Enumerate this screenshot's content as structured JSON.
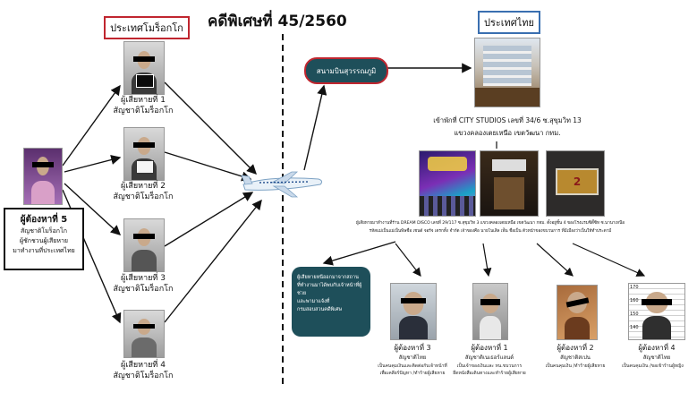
{
  "header": {
    "case_title": "คดีพิเศษที่ 45/2560",
    "origin_country": "ประเทศโมร็อกโก",
    "dest_country": "ประเทศไทย"
  },
  "suspect5": {
    "title": "ผู้ต้องหาที่ 5",
    "lines": [
      "สัญชาติโมร็อกโก",
      "ผู้ชักชวนผู้เสียหาย",
      "มาทำงานที่ประเทศไทย"
    ]
  },
  "victims": [
    {
      "name": "ผู้เสียหายที่ 1",
      "nationality": "สัญชาติโมร็อกโก"
    },
    {
      "name": "ผู้เสียหายที่ 2",
      "nationality": "สัญชาติโมร็อกโก"
    },
    {
      "name": "ผู้เสียหายที่ 3",
      "nationality": "สัญชาติโมร็อกโก"
    },
    {
      "name": "ผู้เสียหายที่ 4",
      "nationality": "สัญชาติโมร็อกโก"
    }
  ],
  "airport": "สนามบินสุวรรณภูมิ",
  "residence": {
    "line1": "เข้าพักที่ CITY STUDIOS เลขที่ 34/6 ซ.สุขุมวิท 13",
    "line2": "แขวงคลองเตยเหนือ เขตวัฒนา กทม."
  },
  "work_description": {
    "line1": "ผู้เสียหายมาทำงานที่ร้าน DREAM DISCO เลขที่ 29/117 ซ.สุขุมวิท 3  แขวงคลองเตยเหนือ เขตวัฒนา กทม. ตั้งอยู่ชั้น 4 ของโรงแรมซิตี้ซิท ซ.นานาเหนือ",
    "line2": "รหัสแม่เป็นแม่เป็นพิษชื่อ เชนด์ จอร์จ เดรกทั้ง จำกัด เจ้าของคือ นายโนเสิล เพ้ัน ชื่อเป็น ตัวหน้าของขบวนการ ที่มีเมืองว่าเป็นให้ทำประดามี"
  },
  "release_note": {
    "lines": [
      "ผู้เสียหายหนีออกมาจากสถาน",
      "ที่ทำงานมาได้พบกับเจ้าหน้าที่ผู้ช่วย",
      "และพามาแจ้งที่",
      "กรมสอบสวนคดีพิเศษ"
    ]
  },
  "suspects": [
    {
      "name": "ผู้ต้องหาที่ 3",
      "nationality": "สัญชาติไทย",
      "role_lines": [
        "เป็นคนคุมเงินและติดต่อกับเจ้าหน้าที่",
        "เพื่อเคลียร์ปัญหา /ทำร้ายผู้เสียหาย"
      ]
    },
    {
      "name": "ผู้ต้องหาที่ 1",
      "nationality": "สัญชาติเนเธอร์แลนด์",
      "role_lines": [
        "เป็นเจ้าของเงินและ หน.ขบวนการ",
        "ยึดหนังสือเดินทางและทำร้ายผู้เสียหาย"
      ]
    },
    {
      "name": "ผู้ต้องหาที่ 2",
      "nationality": "สัญชาติสเปน",
      "role_lines": [
        "เป็นคนคุมเงิน /ทำร้ายผู้เสียหาย"
      ]
    },
    {
      "name": "ผู้ต้องหาที่ 4",
      "nationality": "สัญชาติไทย",
      "role_lines": [
        "เป็นคนคุมเงิน /ขอเข้าร้านผู้หญิง"
      ]
    }
  ],
  "mugshot_scale": [
    "170",
    "160",
    "150",
    "140"
  ],
  "disco_sign": "2",
  "colors": {
    "accent_teal": "#1e4f5a",
    "airport_red": "#c0262f",
    "origin_box": "#c0262f",
    "dest_box": "#3a6fb0"
  }
}
